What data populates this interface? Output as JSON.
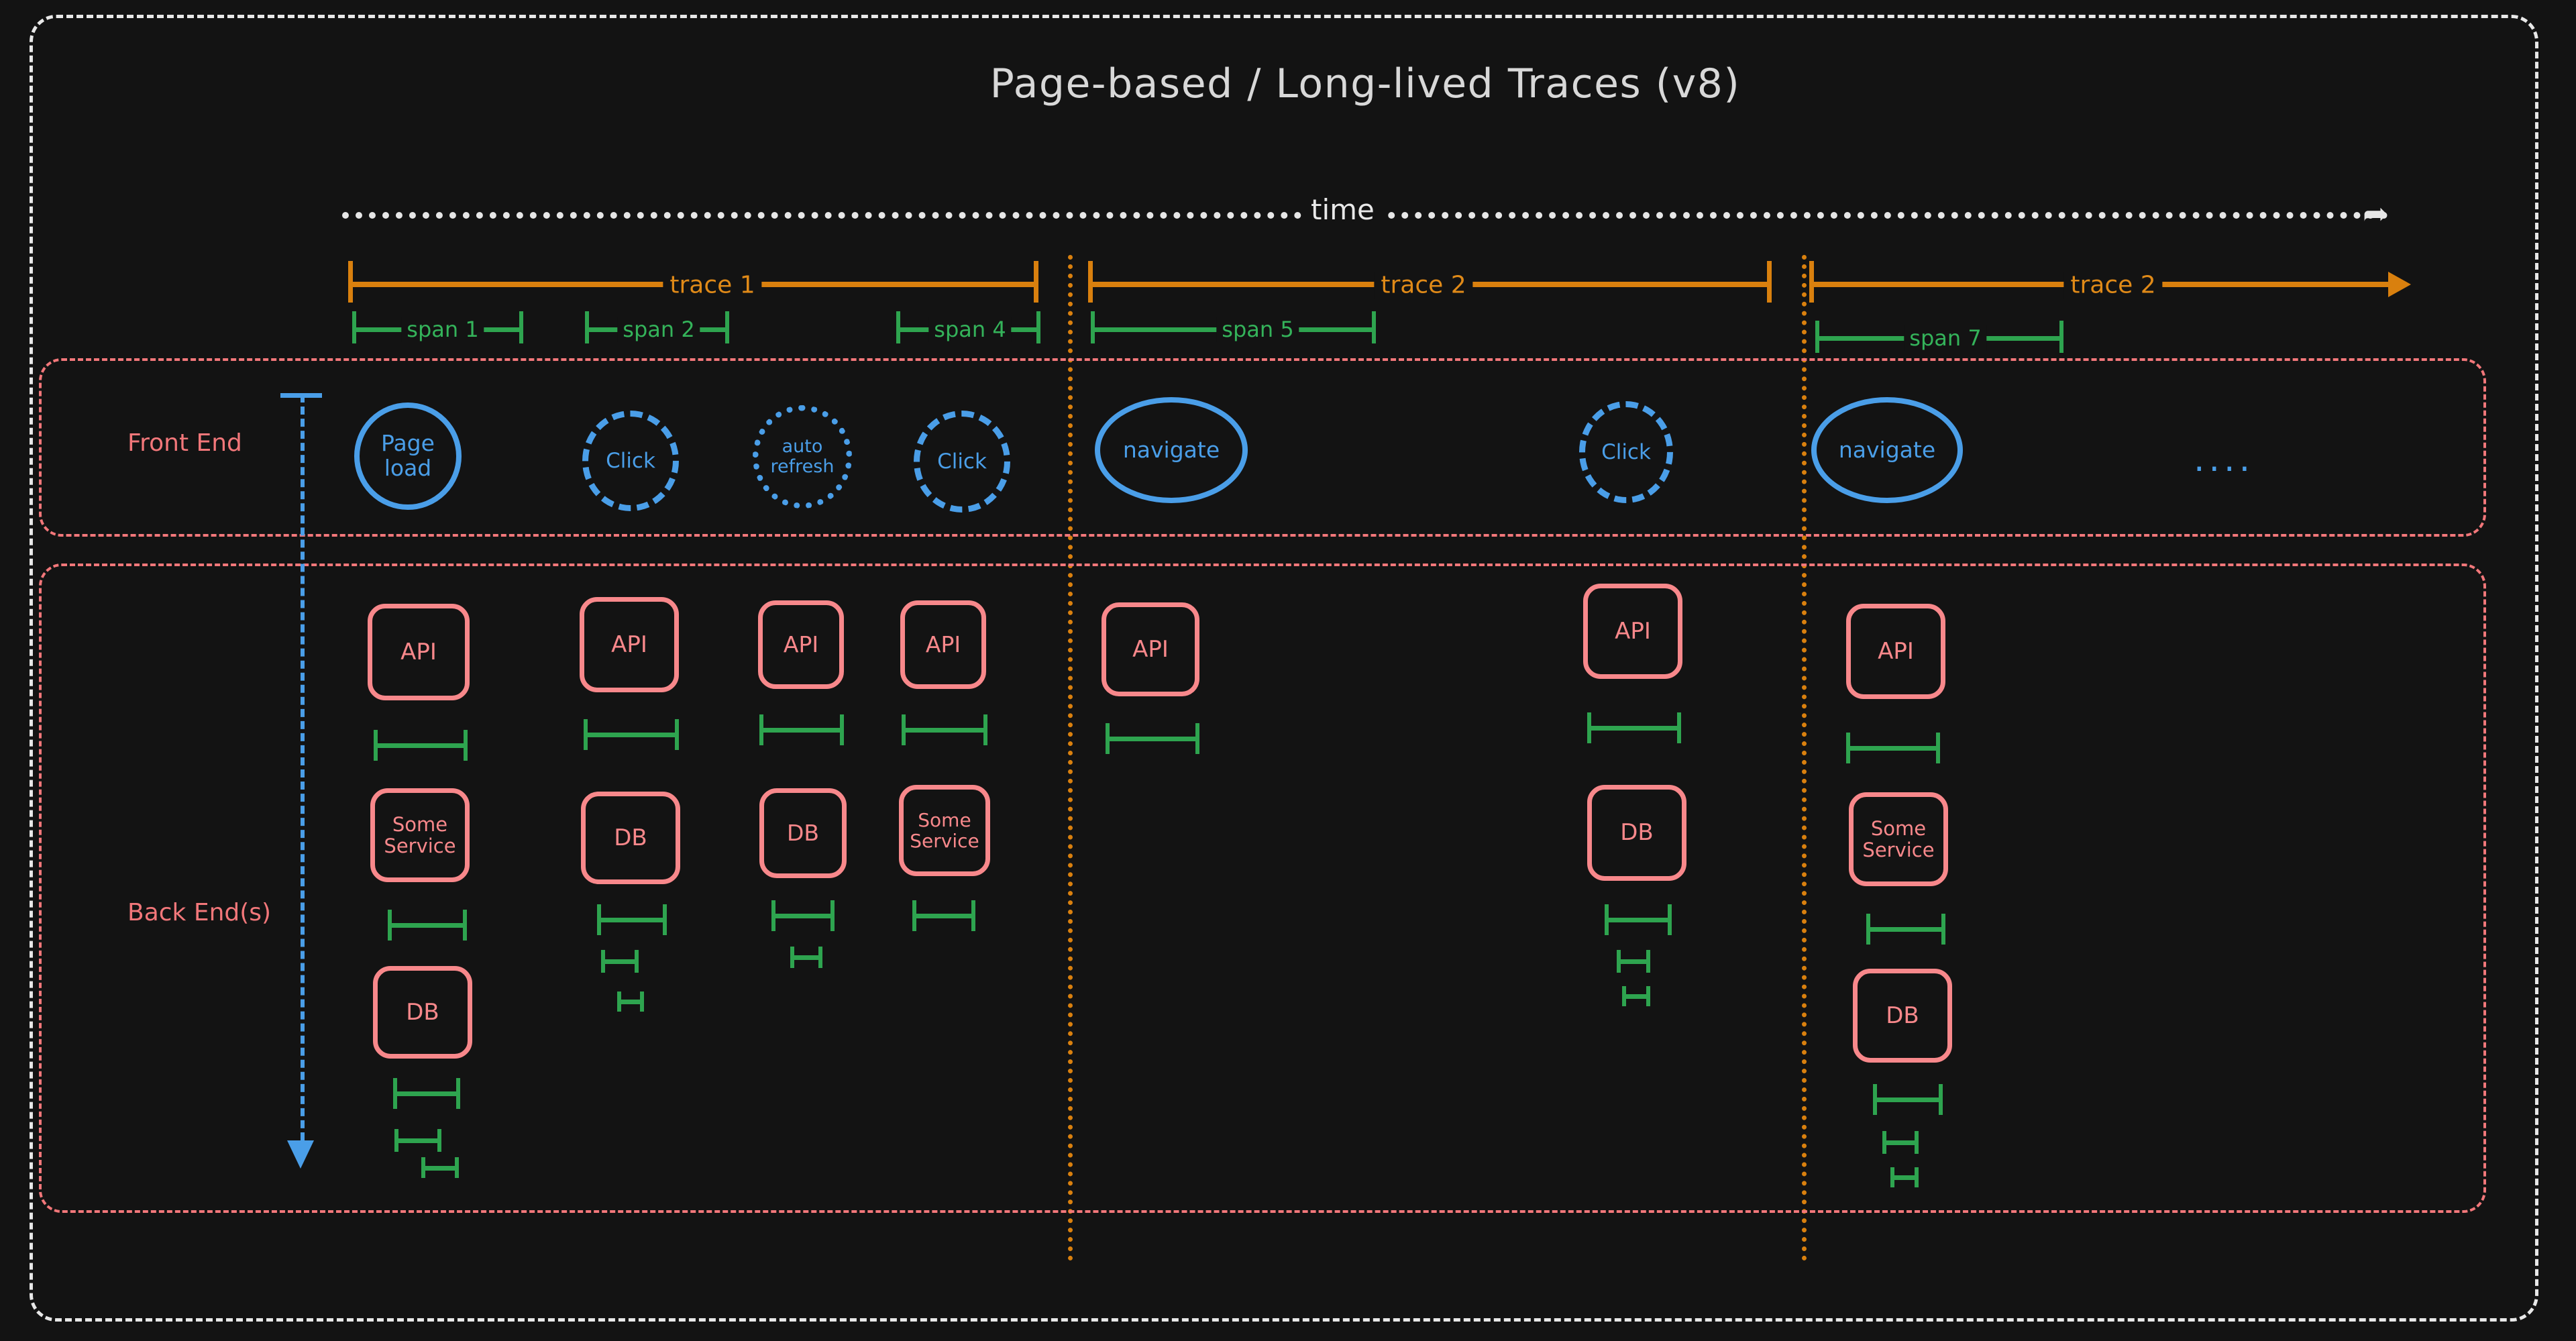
{
  "title": "Page-based / Long-lived Traces (v8)",
  "colors": {
    "background": "#131313",
    "frame": "#e8e8e8",
    "trace": "#d9800e",
    "span": "#2ea44f",
    "frontend": "#4a9ee8",
    "backend": "#f8888b",
    "panel_border": "#f2777a",
    "title_text": "#d8d8d8"
  },
  "timeline": {
    "axis_label": "time",
    "axis_style": "dotted-with-arrow"
  },
  "traces": [
    {
      "label": "trace 1",
      "has_arrow": false
    },
    {
      "label": "trace 2",
      "has_arrow": false
    },
    {
      "label": "trace 2",
      "has_arrow": true
    }
  ],
  "spans": [
    {
      "label": "span 1"
    },
    {
      "label": "span 2"
    },
    {
      "label": "span 4"
    },
    {
      "label": "span 5"
    },
    {
      "label": "span 7"
    }
  ],
  "frontend": {
    "label": "Front End",
    "ellipsis": "....",
    "nodes": [
      {
        "label": "Page\nload",
        "style": "solid"
      },
      {
        "label": "Click",
        "style": "dashed"
      },
      {
        "label": "auto\nrefresh",
        "style": "dotted"
      },
      {
        "label": "Click",
        "style": "dashed"
      },
      {
        "label": "navigate",
        "style": "solid"
      },
      {
        "label": "Click",
        "style": "dashed"
      },
      {
        "label": "navigate",
        "style": "solid"
      }
    ]
  },
  "backend": {
    "label": "Back End(s)",
    "columns": [
      {
        "nodes": [
          "API",
          "Some\nService",
          "DB"
        ]
      },
      {
        "nodes": [
          "API",
          "DB"
        ]
      },
      {
        "nodes": [
          "API",
          "DB"
        ]
      },
      {
        "nodes": [
          "API",
          "Some\nService"
        ]
      },
      {
        "nodes": [
          "API"
        ]
      },
      {
        "nodes": [
          "API",
          "DB"
        ]
      },
      {
        "nodes": [
          "API",
          "Some\nService",
          "DB"
        ]
      }
    ]
  },
  "chart_data": {
    "type": "diagram",
    "title": "Page-based / Long-lived Traces (v8)",
    "description": "Timeline diagram showing front-end page events grouped into long-lived traces with corresponding back-end service spans",
    "lanes": [
      "Front End",
      "Back End(s)"
    ],
    "trace_segments": [
      {
        "name": "trace 1",
        "frontend_events": [
          "Page load",
          "Click",
          "auto refresh",
          "Click"
        ],
        "spans": [
          "span 1",
          "span 2",
          "span 4"
        ]
      },
      {
        "name": "trace 2",
        "frontend_events": [
          "navigate",
          "Click"
        ],
        "spans": [
          "span 5"
        ]
      },
      {
        "name": "trace 2",
        "frontend_events": [
          "navigate"
        ],
        "spans": [
          "span 7"
        ]
      }
    ]
  }
}
